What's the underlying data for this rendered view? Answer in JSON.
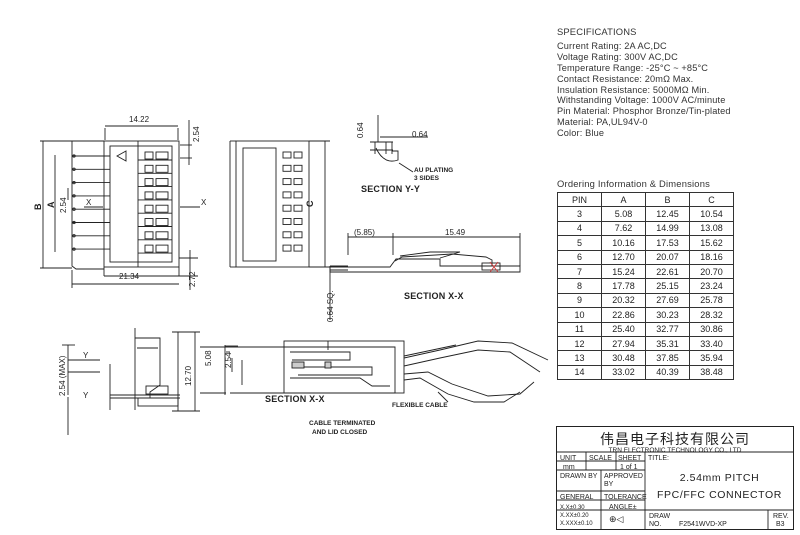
{
  "specifications": {
    "heading": "SPECIFICATIONS",
    "lines": [
      "Current Rating: 2A AC,DC",
      "Voltage Rating: 300V AC,DC",
      "Temperature Range: -25°C ~ +85°C",
      "Contact Resistance: 20mΩ Max.",
      "Insulation Resistance: 5000MΩ Min.",
      "Withstanding Voltage: 1000V AC/minute",
      "Pin Material: Phosphor Bronze/Tin-plated",
      "Material: PA,UL94V-0",
      "Color: Blue"
    ]
  },
  "ordering": {
    "title": "Ordering Information & Dimensions",
    "headers": [
      "PIN",
      "A",
      "B",
      "C"
    ],
    "rows": [
      [
        "3",
        "5.08",
        "12.45",
        "10.54"
      ],
      [
        "4",
        "7.62",
        "14.99",
        "13.08"
      ],
      [
        "5",
        "10.16",
        "17.53",
        "15.62"
      ],
      [
        "6",
        "12.70",
        "20.07",
        "18.16"
      ],
      [
        "7",
        "15.24",
        "22.61",
        "20.70"
      ],
      [
        "8",
        "17.78",
        "25.15",
        "23.24"
      ],
      [
        "9",
        "20.32",
        "27.69",
        "25.78"
      ],
      [
        "10",
        "22.86",
        "30.23",
        "28.32"
      ],
      [
        "11",
        "25.40",
        "32.77",
        "30.86"
      ],
      [
        "12",
        "27.94",
        "35.31",
        "33.40"
      ],
      [
        "13",
        "30.48",
        "37.85",
        "35.94"
      ],
      [
        "14",
        "33.02",
        "40.39",
        "38.48"
      ]
    ]
  },
  "title_block": {
    "company_cn": "伟昌电子科技有限公司",
    "company_en": "TRN ELECTRONIC TECHNOLOGY CO., LTD",
    "unit_label": "UNIT",
    "unit_value": "mm",
    "scale_label": "SCALE",
    "sheet_label": "SHEET",
    "sheet_value": "1 of 1",
    "title_label": "TITLE:",
    "title_line1": "2.54mm PITCH",
    "title_line2": "FPC/FFC CONNECTOR",
    "drawn_by": "DRAWN BY",
    "approved_by": "APPROVED BY",
    "general": "GENERAL",
    "tolerance": "TOLERANCE",
    "tol1": "X.X±0.30",
    "tol2": "X.XX±0.20",
    "tol3": "X.XXX±0.10",
    "angle": "ANGLE±",
    "draw_no_label": "DRAW NO.",
    "draw_no": "F2541WVD-XP",
    "rev_label": "REV.",
    "rev": "B3"
  },
  "dimensions": {
    "top_width": "14.22",
    "pitch_top": "2.54",
    "dim_b": "B",
    "dim_a": "A",
    "pitch_left": "2.54",
    "x_left": "X",
    "x_right": "X",
    "bottom_width": "21.34",
    "right_height": "2.72",
    "dim_c": "C",
    "sec_yy_vert": "0.64",
    "sec_yy_horz": "0.64",
    "au_plating": "AU PLATING",
    "sides": "3 SIDES",
    "section_yy": "SECTION Y-Y",
    "sec_xx_left": "(5.85)",
    "sec_xx_right": "15.49",
    "sq": "0.64 SQ.",
    "section_xx": "SECTION X-X",
    "section_xx2": "SECTION X-X",
    "max_height": "2.54 (MAX)",
    "y_top": "Y",
    "y_bottom": "Y",
    "side_height": "12.70",
    "h508": "5.08",
    "h254": "2.54",
    "flexible_cable": "FLEXIBLE CABLE",
    "cable_note1": "CABLE TERMINATED",
    "cable_note2": "AND LID CLOSED"
  }
}
